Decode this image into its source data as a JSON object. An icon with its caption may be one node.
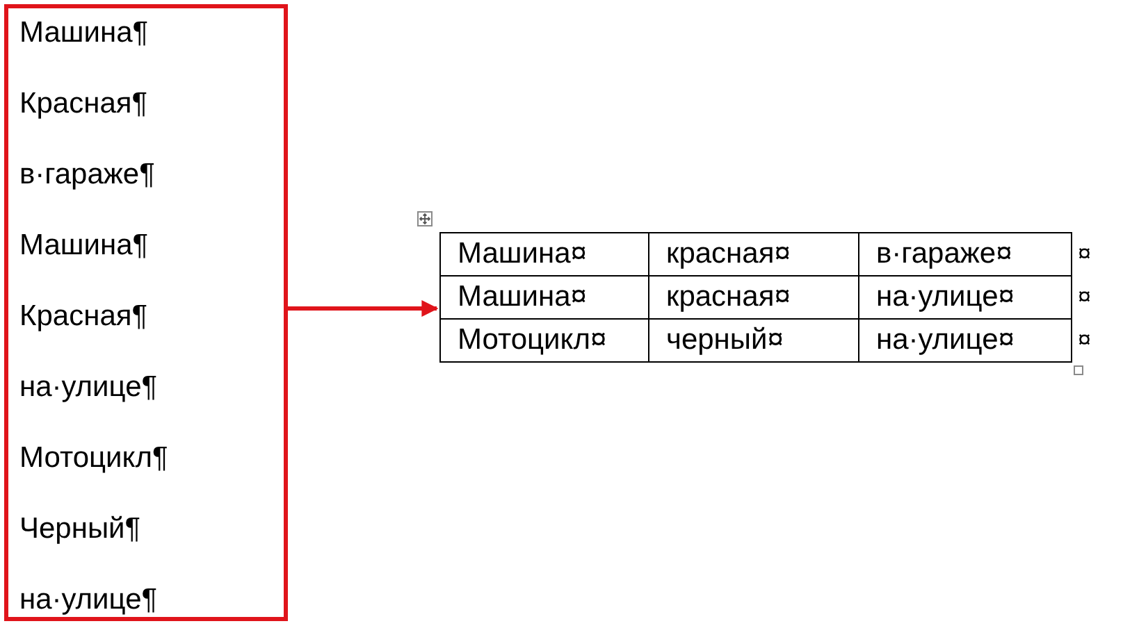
{
  "diagram": {
    "nodes": [
      {
        "text": [
          "Машина¶",
          "Красная¶",
          "в·гараже¶",
          "Машина¶",
          "Красная¶",
          "на·улице¶",
          "Мотоцикл¶",
          "Черный¶",
          "на·улице¶"
        ]
      },
      {
        "text": [
          "Машина¤",
          "красная¤",
          "в·гараже¤",
          "Машина¤",
          "красная¤",
          "на·улице¤",
          "Мотоцикл¤",
          "черный¤",
          "на·улице¤"
        ],
        "beside": [
          "¤",
          "¤",
          "¤"
        ]
      }
    ],
    "edges": [
      {
        "from": 0,
        "to": 1,
        "arrow": "to",
        "color": "#e0141b"
      }
    ]
  }
}
